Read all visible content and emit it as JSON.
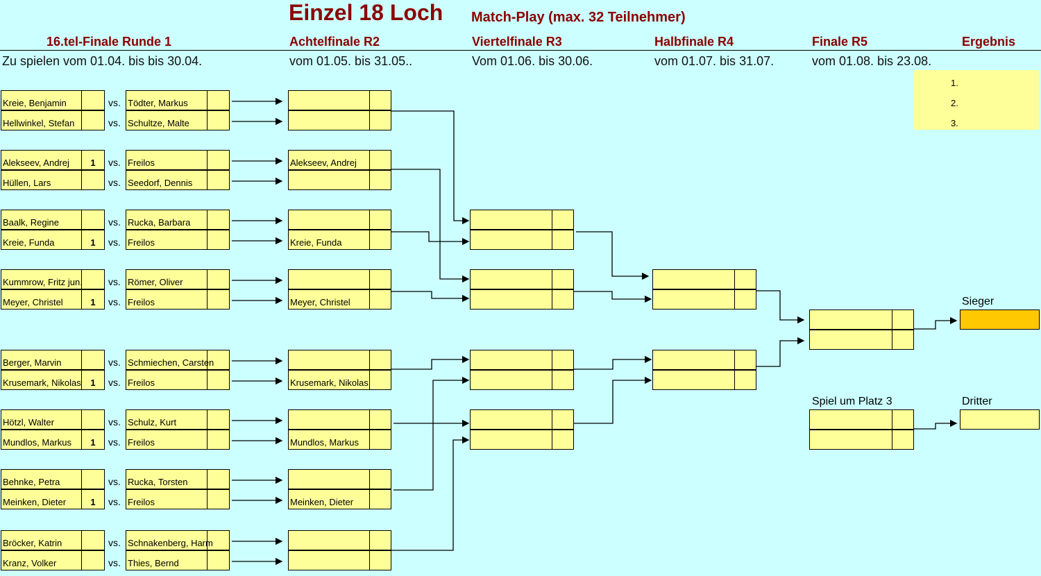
{
  "header": {
    "title": "Einzel 18 Loch",
    "subtitle": "Match-Play (max. 32 Teilnehmer)",
    "rounds": [
      {
        "label": "16.tel-Finale   Runde 1",
        "dates": "Zu spielen vom 01.04. bis bis 30.04."
      },
      {
        "label": "Achtelfinale   R2",
        "dates": "vom 01.05. bis 31.05.."
      },
      {
        "label": "Viertelfinale   R3",
        "dates": "Vom 01.06. bis 30.06."
      },
      {
        "label": "Halbfinale   R4",
        "dates": "vom 01.07. bis 31.07."
      },
      {
        "label": "Finale   R5",
        "dates": "vom 01.08. bis 23.08."
      },
      {
        "label": "Ergebnis",
        "dates": ""
      }
    ]
  },
  "results": {
    "places": [
      "1.",
      "2.",
      "3."
    ],
    "winner_label": "Sieger",
    "third_place_match_label": "Spiel um Platz 3",
    "third_label": "Dritter"
  },
  "vs_label": "vs.",
  "round1": [
    {
      "p1": "Kreie, Benjamin",
      "s1": "",
      "p2": "Tödter, Markus",
      "s2": ""
    },
    {
      "p1": "Hellwinkel, Stefan",
      "s1": "",
      "p2": "Schultze, Malte",
      "s2": ""
    },
    {
      "p1": "Alekseev, Andrej",
      "s1": "1",
      "p2": "Freilos",
      "s2": ""
    },
    {
      "p1": "Hüllen, Lars",
      "s1": "",
      "p2": "Seedorf, Dennis",
      "s2": ""
    },
    {
      "p1": "Baalk, Regine",
      "s1": "",
      "p2": "Rucka, Barbara",
      "s2": ""
    },
    {
      "p1": "Kreie, Funda",
      "s1": "1",
      "p2": "Freilos",
      "s2": ""
    },
    {
      "p1": "Kummrow, Fritz jun.",
      "s1": "",
      "p2": "Römer, Oliver",
      "s2": ""
    },
    {
      "p1": "Meyer, Christel",
      "s1": "1",
      "p2": "Freilos",
      "s2": ""
    },
    {
      "p1": "Berger, Marvin",
      "s1": "",
      "p2": "Schmiechen, Carsten",
      "s2": ""
    },
    {
      "p1": "Krusemark, Nikolas",
      "s1": "1",
      "p2": "Freilos",
      "s2": ""
    },
    {
      "p1": "Hötzl, Walter",
      "s1": "",
      "p2": "Schulz, Kurt",
      "s2": ""
    },
    {
      "p1": "Mundlos, Markus",
      "s1": "1",
      "p2": "Freilos",
      "s2": ""
    },
    {
      "p1": "Behnke, Petra",
      "s1": "",
      "p2": "Rucka, Torsten",
      "s2": ""
    },
    {
      "p1": "Meinken, Dieter",
      "s1": "1",
      "p2": "Freilos",
      "s2": ""
    },
    {
      "p1": "Bröcker, Katrin",
      "s1": "",
      "p2": "Schnakenberg, Harm",
      "s2": ""
    },
    {
      "p1": "Kranz, Volker",
      "s1": "",
      "p2": "Thies, Bernd",
      "s2": ""
    }
  ],
  "round2": [
    "",
    "",
    "Alekseev, Andrej",
    "",
    "",
    "Kreie, Funda",
    "",
    "Meyer, Christel",
    "",
    "Krusemark, Nikolas",
    "",
    "Mundlos, Markus",
    "",
    "Meinken, Dieter",
    "",
    ""
  ],
  "round3": [
    "",
    "",
    "",
    "",
    "",
    "",
    "",
    ""
  ],
  "round4": [
    "",
    "",
    "",
    ""
  ],
  "final": [
    "",
    ""
  ],
  "third_place_match": [
    "",
    ""
  ],
  "winner": "",
  "third": "",
  "colors": {
    "cell": "#ffff99",
    "winner": "#ffc800",
    "heading": "#8b0000",
    "background": "#ccffff"
  }
}
